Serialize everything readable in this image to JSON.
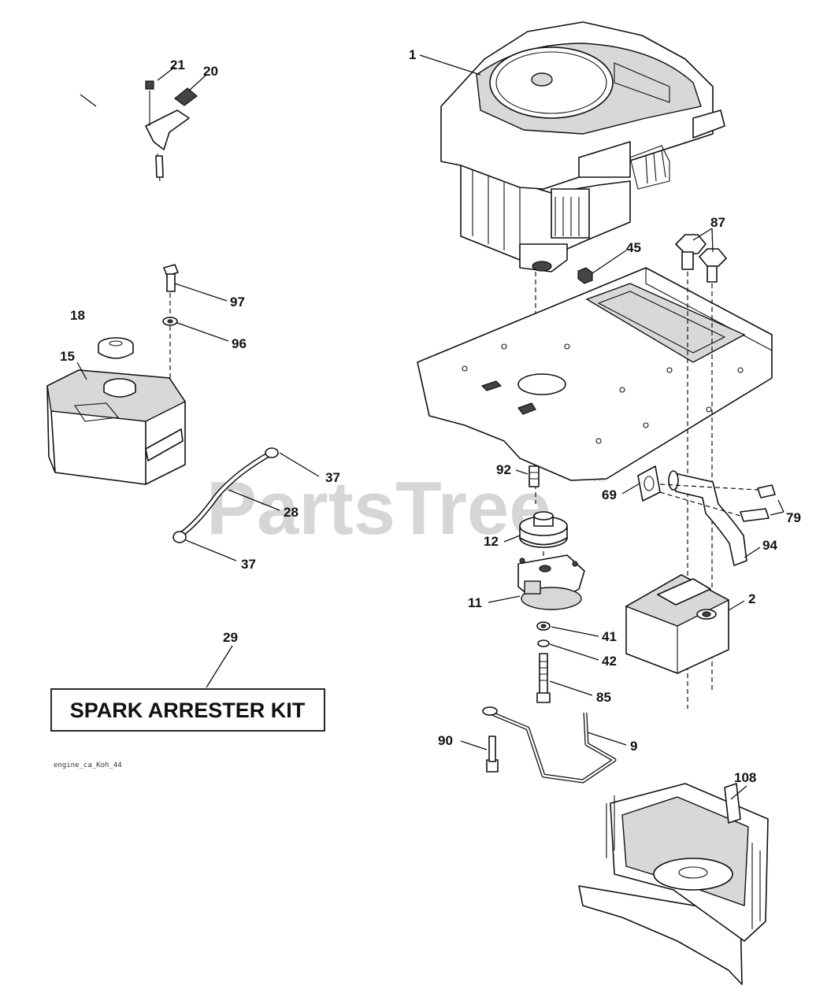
{
  "watermark": "PartsTree",
  "trademark": "TM",
  "kit_box": {
    "label": "SPARK ARRESTER KIT"
  },
  "footnote": "engine_ca_Koh_44",
  "callouts": [
    {
      "id": "1",
      "text": "1"
    },
    {
      "id": "21",
      "text": "21"
    },
    {
      "id": "20",
      "text": "20"
    },
    {
      "id": "87",
      "text": "87"
    },
    {
      "id": "45",
      "text": "45"
    },
    {
      "id": "97",
      "text": "97"
    },
    {
      "id": "18",
      "text": "18"
    },
    {
      "id": "96",
      "text": "96"
    },
    {
      "id": "15",
      "text": "15"
    },
    {
      "id": "37a",
      "text": "37"
    },
    {
      "id": "92",
      "text": "92"
    },
    {
      "id": "69",
      "text": "69"
    },
    {
      "id": "79",
      "text": "79"
    },
    {
      "id": "28",
      "text": "28"
    },
    {
      "id": "12",
      "text": "12"
    },
    {
      "id": "94",
      "text": "94"
    },
    {
      "id": "37b",
      "text": "37"
    },
    {
      "id": "11",
      "text": "11"
    },
    {
      "id": "2",
      "text": "2"
    },
    {
      "id": "41",
      "text": "41"
    },
    {
      "id": "42",
      "text": "42"
    },
    {
      "id": "29",
      "text": "29"
    },
    {
      "id": "85",
      "text": "85"
    },
    {
      "id": "90",
      "text": "90"
    },
    {
      "id": "9",
      "text": "9"
    },
    {
      "id": "108",
      "text": "108"
    }
  ]
}
